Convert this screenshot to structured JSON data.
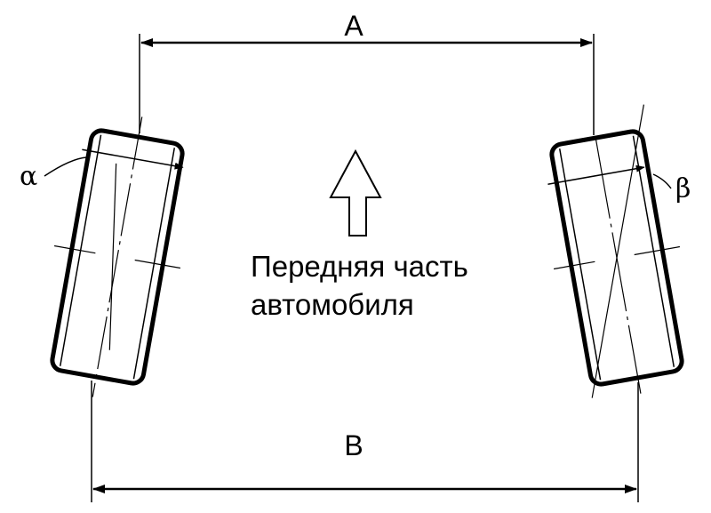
{
  "dimensions": {
    "top_label": "A",
    "bottom_label": "B"
  },
  "angles": {
    "left": "α",
    "right": "β"
  },
  "caption": {
    "line1": "Передняя часть",
    "line2": "автомобиля"
  },
  "icons": {
    "front_direction": "up-arrow-icon"
  }
}
